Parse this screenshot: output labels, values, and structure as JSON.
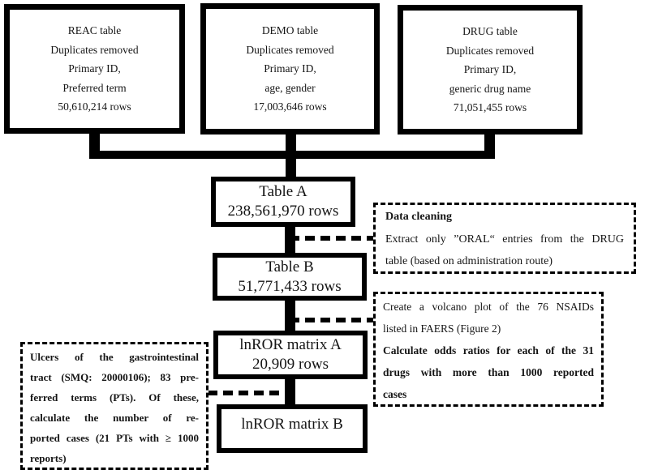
{
  "colors": {
    "ink": "#000000",
    "paper": "#ffffff",
    "text": "#151515"
  },
  "source_tables": {
    "reac": {
      "lines": [
        "REAC table",
        "Duplicates removed",
        "Primary ID,",
        "Preferred term",
        "50,610,214 rows"
      ]
    },
    "demo": {
      "lines": [
        "DEMO table",
        "Duplicates removed",
        "Primary ID,",
        "age, gender",
        "17,003,646 rows"
      ]
    },
    "drug": {
      "lines": [
        "DRUG table",
        "Duplicates removed",
        "Primary ID,",
        "generic drug name",
        "71,051,455 rows"
      ]
    }
  },
  "pipeline": {
    "table_a": {
      "title": "Table A",
      "rows": "238,561,970 rows"
    },
    "table_b": {
      "title": "Table B",
      "rows": "51,771,433 rows"
    },
    "lnror_a": {
      "title": "lnROR matrix A",
      "rows": "20,909 rows"
    },
    "lnror_b": {
      "title": "lnROR matrix B"
    }
  },
  "annotations": {
    "data_cleaning": {
      "heading": "Data cleaning",
      "lines": [
        "Extract only ”ORAL“ entries from the DRUG",
        "table (based on administration route)"
      ]
    },
    "volcano": {
      "normal_lines": [
        "Create a volcano plot of the 76 NSAIDs",
        "listed in FAERS (Figure 2)"
      ],
      "bold_lines": [
        "Calculate odds ratios for each of the 31",
        "drugs with more than 1000 reported",
        "cases"
      ]
    },
    "ulcers": {
      "lines": [
        "Ulcers of the gastrointestinal",
        "tract (SMQ: 20000106); 83 pre-",
        "ferred terms (PTs). Of these,",
        "calculate the number of re-",
        "ported cases (21 PTs with ≥ 1000",
        "reports)"
      ]
    }
  }
}
